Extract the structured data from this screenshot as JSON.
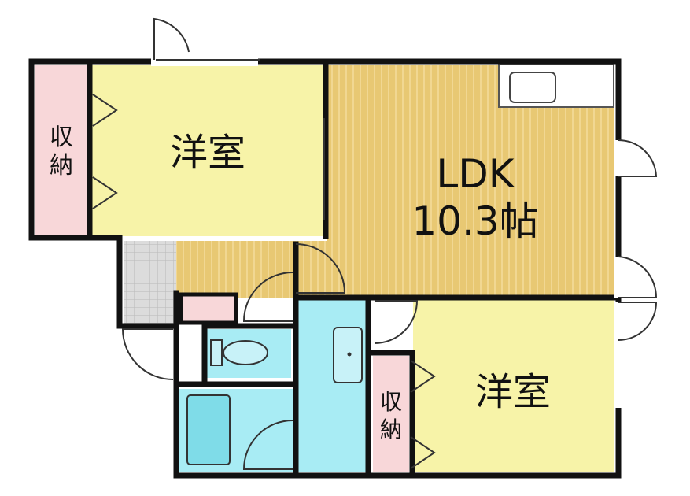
{
  "rooms": {
    "western_top": {
      "label": "洋室"
    },
    "ldk": {
      "label": "LDK",
      "size": "10.3帖"
    },
    "western_bottom": {
      "label": "洋室"
    },
    "closet_left": {
      "label_line1": "収",
      "label_line2": "納"
    },
    "closet_right": {
      "label_line1": "収",
      "label_line2": "納"
    }
  },
  "colors": {
    "western_room": "#f7f3a8",
    "closet": "#f8d7d9",
    "wet_area": "#a8ecf4",
    "floor_wood": "#e8c873",
    "floor_wood_line": "#f6dfa3",
    "tile": "#dcdcdc",
    "wall": "#111111"
  }
}
